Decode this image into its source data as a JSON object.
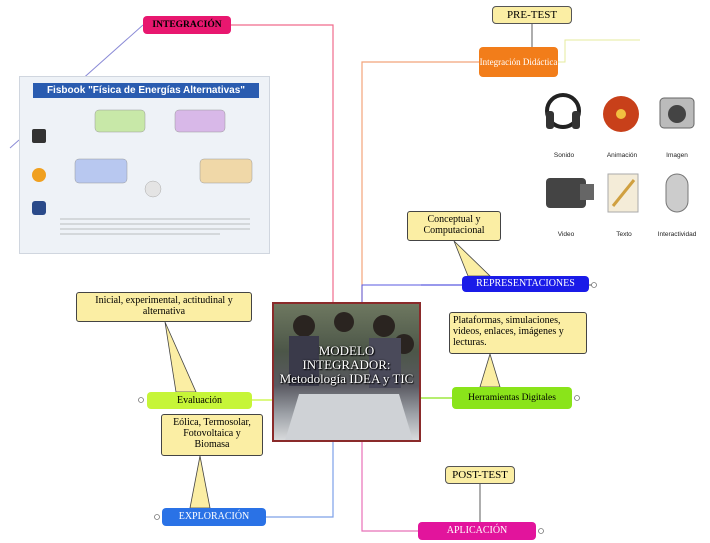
{
  "diagram": {
    "nodes": {
      "integracion": "INTEGRACIÓN",
      "pretest": "PRE-TEST",
      "didactica": "Integración Didáctica",
      "representaciones": "REPRESENTACIONES",
      "herramientas": "Herramientas Digitales",
      "evaluacion": "Evaluación",
      "exploracion": "EXPLORACIÓN",
      "posttest": "POST-TEST",
      "aplicacion": "APLICACIÓN"
    },
    "callouts": {
      "conceptual": "Conceptual y Computacional",
      "inicial": "Inicial, experimental, actitudinal y alternativa",
      "eolica": "Eólica, Termosolar, Fotovoltaica y Biomasa",
      "plataformas": "Plataformas, simulaciones, videos, enlaces, imágenes y lecturas."
    },
    "center": "MODELO INTEGRADOR: Metodología IDEA y TIC",
    "poster": {
      "title": "Fisbook \"Física de Energías Alternativas\""
    },
    "media": {
      "labels": [
        "Sonido",
        "Animación",
        "Imagen",
        "Video",
        "Texto",
        "Interactividad"
      ]
    },
    "colors": {
      "integracion": "#e8176f",
      "didactica": "#f27d1a",
      "representaciones": "#1a1be8",
      "herramientas": "#8ae41a",
      "evaluacion": "#c6f538",
      "exploracion": "#2a72e6",
      "aplicacion": "#e2149c",
      "callout": "#fbeea4"
    }
  }
}
